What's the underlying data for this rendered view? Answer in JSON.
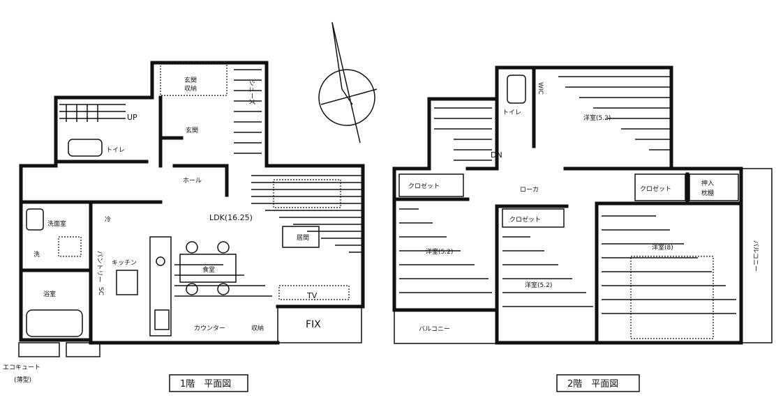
{
  "floor1": {
    "caption": "1階　平面図",
    "rooms": {
      "up": "UP",
      "genkan_storage_1": "玄関",
      "genkan_storage_2": "収納",
      "genkan": "玄関",
      "toilet": "トイレ",
      "hall": "ホール",
      "ldk": "LDK(16.25)",
      "washroom": "洗面室",
      "wash": "洗",
      "fridge": "冷",
      "pantry": "パントリー",
      "kitchen": "キッチン",
      "living": "居間",
      "dining": "食堂",
      "bath": "浴室",
      "storage": "収納",
      "tv": "TV",
      "counter": "カウンター",
      "fix": "FIX",
      "shoe": "シューズ",
      "sc": "SC"
    },
    "ecocute_1": "エコキュート",
    "ecocute_2": "(薄型)"
  },
  "floor2": {
    "caption": "2階　平面図",
    "rooms": {
      "dn": "DN",
      "toilet": "トイレ",
      "wic": "WIC",
      "western_ne": "洋室(5.2)",
      "closet_w": "クロゼット",
      "hallway": "ローカ",
      "closet_e": "クロゼット",
      "oshiire_1": "押入",
      "oshiire_2": "枕棚",
      "closet_c": "クロゼット",
      "western_w": "洋室(5.2)",
      "western_c": "洋室(5.2)",
      "western_e": "洋室(8)",
      "balcony_w": "バルコニー",
      "balcony_e": "バルコニー"
    }
  }
}
